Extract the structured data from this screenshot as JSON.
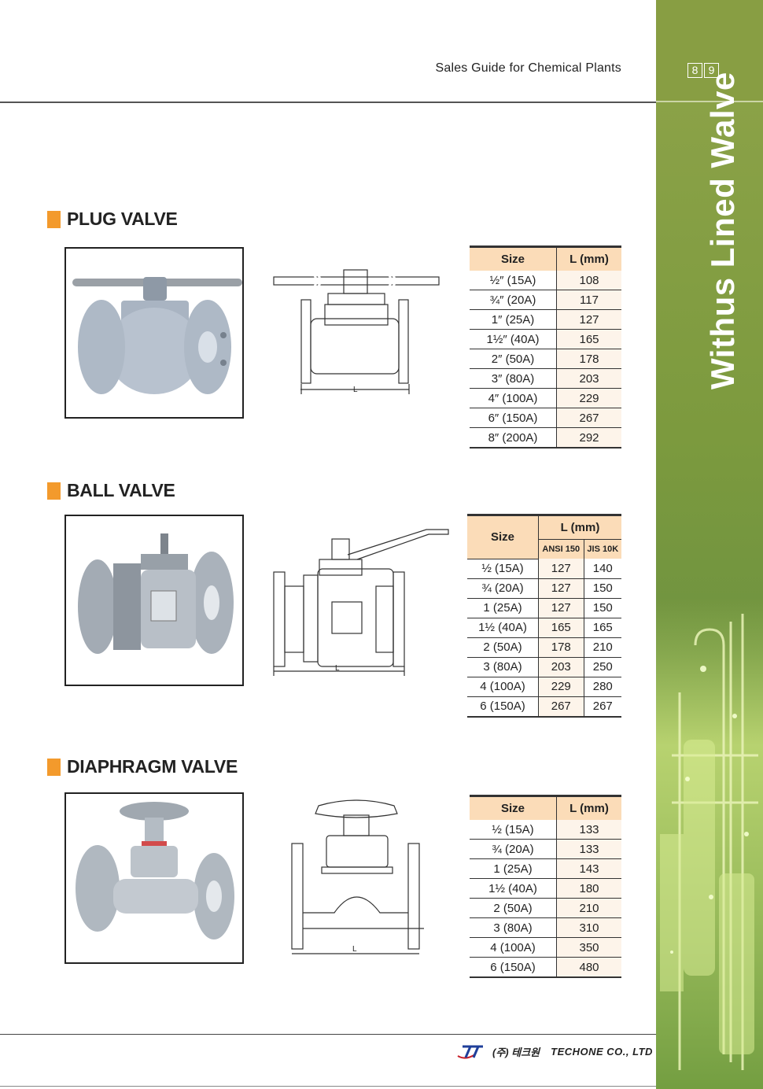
{
  "header": {
    "title": "Sales Guide for Chemical Plants",
    "page_left": "8",
    "page_right": "9"
  },
  "sidebar": {
    "title": "Withus  Lined Walve"
  },
  "sections": {
    "plug": {
      "title": "PLUG VALVE",
      "dim_label": "L",
      "table": {
        "col_size": "Size",
        "col_len": "L (mm)",
        "rows": [
          {
            "size": "½″ (15A)",
            "len": "108"
          },
          {
            "size": "¾″ (20A)",
            "len": "117"
          },
          {
            "size": "1″ (25A)",
            "len": "127"
          },
          {
            "size": "1½″ (40A)",
            "len": "165"
          },
          {
            "size": "2″ (50A)",
            "len": "178"
          },
          {
            "size": "3″ (80A)",
            "len": "203"
          },
          {
            "size": "4″ (100A)",
            "len": "229"
          },
          {
            "size": "6″ (150A)",
            "len": "267"
          },
          {
            "size": "8″ (200A)",
            "len": "292"
          }
        ]
      }
    },
    "ball": {
      "title": "BALL VALVE",
      "dim_label": "L",
      "table": {
        "col_size": "Size",
        "col_len": "L (mm)",
        "sub_ansi": "ANSI 150",
        "sub_jis": "JIS 10K",
        "rows": [
          {
            "size": "½ (15A)",
            "ansi": "127",
            "jis": "140"
          },
          {
            "size": "¾ (20A)",
            "ansi": "127",
            "jis": "150"
          },
          {
            "size": "1 (25A)",
            "ansi": "127",
            "jis": "150"
          },
          {
            "size": "1½ (40A)",
            "ansi": "165",
            "jis": "165"
          },
          {
            "size": "2 (50A)",
            "ansi": "178",
            "jis": "210"
          },
          {
            "size": "3 (80A)",
            "ansi": "203",
            "jis": "250"
          },
          {
            "size": "4 (100A)",
            "ansi": "229",
            "jis": "280"
          },
          {
            "size": "6 (150A)",
            "ansi": "267",
            "jis": "267"
          }
        ]
      }
    },
    "diaphragm": {
      "title": "DIAPHRAGM VALVE",
      "dim_label": "L",
      "table": {
        "col_size": "Size",
        "col_len": "L (mm)",
        "rows": [
          {
            "size": "½ (15A)",
            "len": "133"
          },
          {
            "size": "¾ (20A)",
            "len": "133"
          },
          {
            "size": "1 (25A)",
            "len": "143"
          },
          {
            "size": "1½ (40A)",
            "len": "180"
          },
          {
            "size": "2 (50A)",
            "len": "210"
          },
          {
            "size": "3 (80A)",
            "len": "310"
          },
          {
            "size": "4 (100A)",
            "len": "350"
          },
          {
            "size": "6 (150A)",
            "len": "480"
          }
        ]
      }
    }
  },
  "footer": {
    "company_kr": "(주) 테크원",
    "company_en": "TECHONE CO., LTD"
  },
  "colors": {
    "accent_orange": "#f39a2c",
    "table_header": "#fbdcb8",
    "sidebar_green": "#7c9a3e"
  }
}
